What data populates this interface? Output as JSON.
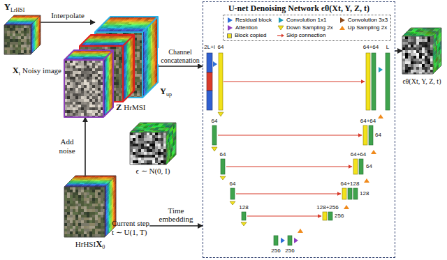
{
  "diagram": {
    "nodes": [
      {
        "text": [
          "Y",
          "LrHSI"
        ]
      },
      {
        "text": [
          "Y",
          "up"
        ]
      },
      {
        "text": [
          "Z",
          "HrMSI"
        ]
      },
      {
        "text": [
          "X",
          "t",
          "Noisy image"
        ]
      },
      {
        "text": [
          "ϵ ∼ N(0, I)"
        ]
      },
      {
        "text": [
          "HrHSI",
          "X",
          "0"
        ]
      },
      {
        "text": [
          "Current step",
          "t ∼ U(1, T)"
        ]
      },
      {
        "text": [
          "U-net Denoising Network ϵθ(Xt, Y, Z, t)"
        ]
      },
      {
        "text": [
          "ϵθ(Xt, Y, Z, t)"
        ]
      }
    ],
    "edges": [
      {
        "from": 0,
        "to": 1,
        "arrow": "to",
        "label": "Interpolate"
      },
      {
        "from": 1,
        "to": 7,
        "arrow": "to",
        "label": "Channel concatenation"
      },
      {
        "from": 5,
        "to": 3,
        "arrow": "to",
        "label": "Add noise"
      },
      {
        "from": 6,
        "to": 7,
        "arrow": "to",
        "label": "Time embedding"
      },
      {
        "from": 7,
        "to": 8,
        "arrow": "to"
      }
    ],
    "labels": [
      "2L+l",
      "64",
      "64+64",
      "L",
      "64",
      "64+64",
      "64",
      "64",
      "64+64",
      "64",
      "64",
      "64+128",
      "128",
      "128",
      "128+256",
      "256",
      "256",
      "256"
    ],
    "legend": [
      {
        "text": "Residual block"
      },
      {
        "text": "Convolution 1x1"
      },
      {
        "text": "Convolution 3x3"
      },
      {
        "text": "Attention"
      },
      {
        "text": "Down Sampling 2x"
      },
      {
        "text": "Up Sampling 2x"
      },
      {
        "text": "Block copied",
        "color": "#f2e21b"
      },
      {
        "text": "Skip connection"
      }
    ]
  }
}
